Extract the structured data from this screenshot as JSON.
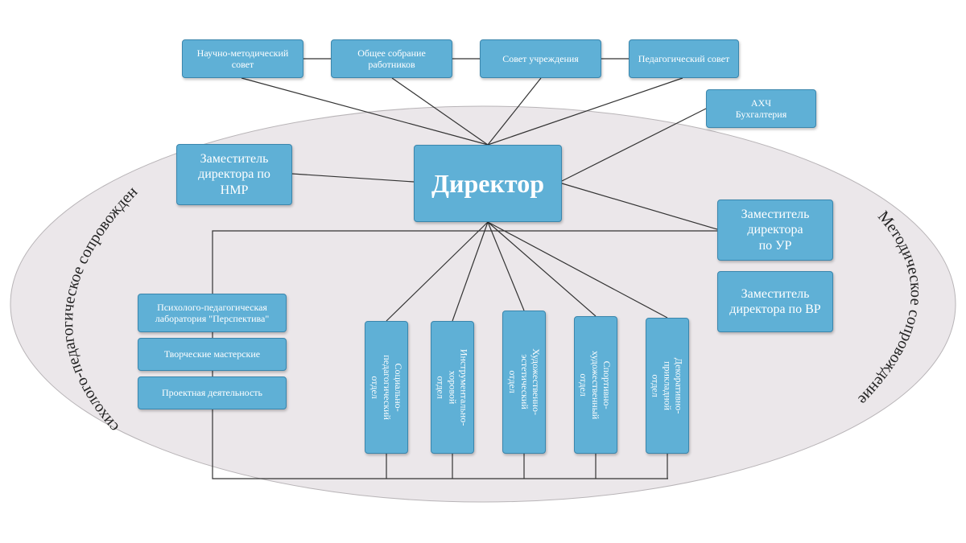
{
  "colors": {
    "box_fill": "#5fb0d6",
    "box_border": "#3a86ad",
    "ellipse_fill": "#ebe7ea",
    "line": "#333333"
  },
  "ring": {
    "left_label": "Психолого-педагогическое сопровождение",
    "right_label": "Методическое сопровождение"
  },
  "councils": [
    "Научно-методический\nсовет",
    "Общее собрание\nработников",
    "Совет учреждения",
    "Педагогический совет"
  ],
  "director": "Директор",
  "ahch": "АХЧ\nБухгалтерия",
  "deputies": {
    "nmr": "Заместитель\nдиректора по\nНМР",
    "ur": "Заместитель\nдиректора\nпо УР",
    "vr": "Заместитель\nдиректора по ВР"
  },
  "left_units": [
    "Психолого-педагогическая\nлаборатория \"Перспектива\"",
    "Творческие мастерские",
    "Проектная деятельность"
  ],
  "departments": [
    "Социально-педагогический\nотдел",
    "Инструментально-хоровой\nотдел",
    "Художественно-эстетический\nотдел",
    "Спортивно-художественный\nотдел",
    "Декоративно-прикладной\nотдел"
  ]
}
